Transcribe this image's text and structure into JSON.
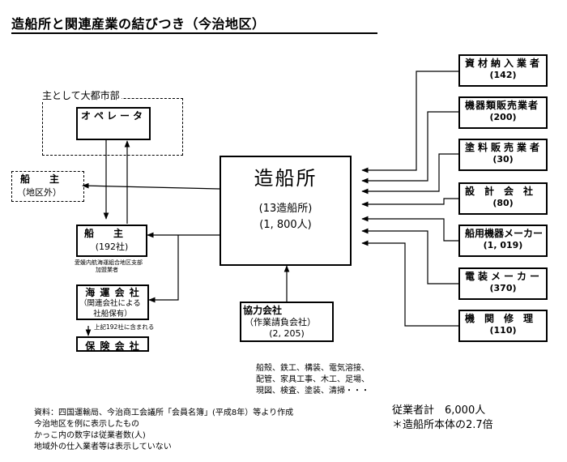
{
  "title": "造船所と関連産業の結びつき（今治地区）",
  "urban": {
    "label": "主として大都市部",
    "operator": "オペレータ"
  },
  "outside_owner": {
    "name": "船　　主",
    "sub": "（地区外）"
  },
  "shipyard": {
    "name": "造船所",
    "count": "(13造船所)",
    "workers": "(1, 800人)"
  },
  "owner": {
    "name": "船　　主",
    "count": "(192社)",
    "note_line1": "愛媛内航海運組合地区支部",
    "note_line2": "加盟業者"
  },
  "shipping": {
    "name": "海 運 会 社",
    "sub1": "（関連会社による",
    "sub2": "社船保有）",
    "note": "上記192社に含まれる"
  },
  "insurance": {
    "name": "保 険 会 社"
  },
  "cooperative": {
    "name": "協力会社",
    "sub": "（作業請負会社）",
    "count": "(2, 205)",
    "trades_line1": "船殻、鉄工、構装、電気溶接、",
    "trades_line2": "配管、家具工事、木工、足場、",
    "trades_line3": "現図、検査、塗装、清掃・・・"
  },
  "suppliers": [
    {
      "name": "資材納入業者",
      "count": "(142)"
    },
    {
      "name": "機器類販売業者",
      "count": "(200)"
    },
    {
      "name": "塗料販売業者",
      "count": "(30)"
    },
    {
      "name": "設　計　会　社",
      "count": "(80)"
    },
    {
      "name": "船用機器メーカー",
      "count": "(1, 019)"
    },
    {
      "name": "電装メーカー",
      "count": "(370)"
    },
    {
      "name": "機　関　修　理",
      "count": "(110)"
    }
  ],
  "notes": {
    "line1": "資料：四国運輸局、今治商工会議所「会員名簿」(平成8年）等より作成",
    "line2": "今治地区を例に表示したもの",
    "line3": "かっこ内の数字は従業者数(人)",
    "line4": "地域外の仕入業者等は表示していない"
  },
  "employment": {
    "total": "従業者計　6,000人",
    "ratio": "＊造船所本体の2.7倍"
  }
}
